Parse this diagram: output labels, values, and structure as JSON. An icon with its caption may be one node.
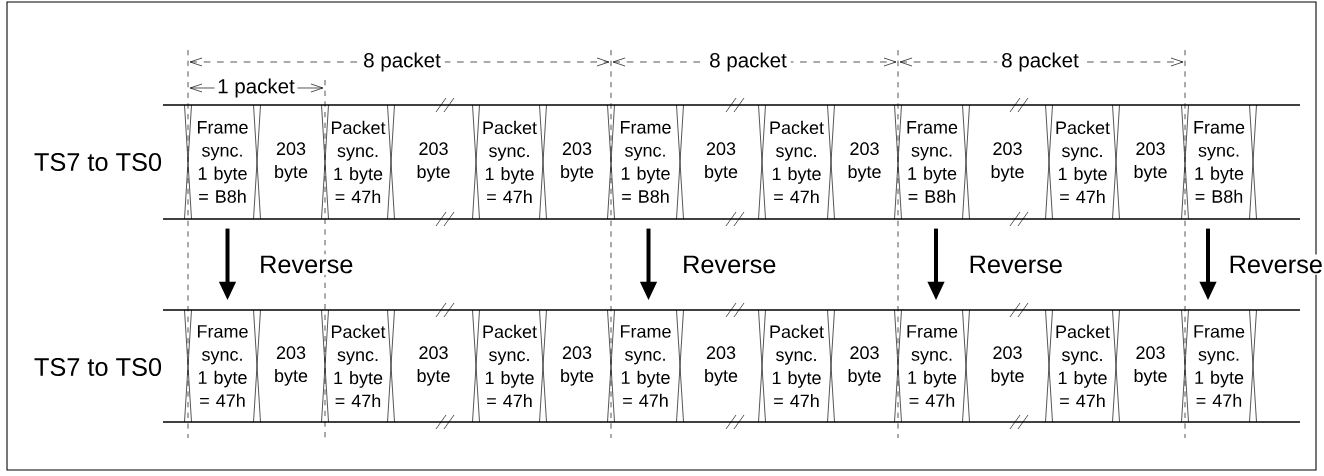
{
  "diagram": {
    "nodes": [
      {
        "text": [
          "Frame sync. 1 byte = B8h"
        ]
      },
      {
        "text": [
          "203 byte"
        ]
      },
      {
        "text": [
          "Packet sync. 1 byte = 47h"
        ]
      },
      {
        "text": [
          "203 byte"
        ]
      },
      {
        "text": [
          "Packet sync. 1 byte = 47h"
        ]
      },
      {
        "text": [
          "203 byte"
        ]
      },
      {
        "text": [
          "Frame sync. 1 byte = B8h"
        ]
      },
      {
        "text": [
          "203 byte"
        ]
      },
      {
        "text": [
          "Packet sync. 1 byte = 47h"
        ]
      },
      {
        "text": [
          "203 byte"
        ]
      },
      {
        "text": [
          "Frame sync. 1 byte = B8h"
        ]
      },
      {
        "text": [
          "203 byte"
        ]
      },
      {
        "text": [
          "Packet sync. 1 byte = 47h"
        ]
      },
      {
        "text": [
          "203 byte"
        ]
      },
      {
        "text": [
          "Frame sync. 1 byte = B8h"
        ]
      },
      {
        "text": [
          "Frame sync. 1 byte = 47h"
        ]
      },
      {
        "text": [
          "203 byte"
        ]
      },
      {
        "text": [
          "Packet sync. 1 byte = 47h"
        ]
      },
      {
        "text": [
          "203 byte"
        ]
      },
      {
        "text": [
          "Packet sync. 1 byte = 47h"
        ]
      },
      {
        "text": [
          "203 byte"
        ]
      },
      {
        "text": [
          "Frame sync. 1 byte = 47h"
        ]
      },
      {
        "text": [
          "203 byte"
        ]
      },
      {
        "text": [
          "Packet sync. 1 byte = 47h"
        ]
      },
      {
        "text": [
          "203 byte"
        ]
      },
      {
        "text": [
          "Frame sync. 1 byte = 47h"
        ]
      },
      {
        "text": [
          "203 byte"
        ]
      },
      {
        "text": [
          "Packet sync. 1 byte = 47h"
        ]
      },
      {
        "text": [
          "203 byte"
        ]
      },
      {
        "text": [
          "Frame sync. 1 byte = 47h"
        ]
      }
    ],
    "edges": [
      {
        "from": 0,
        "to": 15,
        "arrow": "to",
        "label": "Reverse"
      },
      {
        "from": 6,
        "to": 21,
        "arrow": "to",
        "label": "Reverse"
      },
      {
        "from": 10,
        "to": 25,
        "arrow": "to",
        "label": "Reverse"
      },
      {
        "from": 14,
        "to": 29,
        "arrow": "to",
        "label": "Reverse"
      }
    ],
    "labels": [
      "8 packet",
      "8 packet",
      "8 packet",
      "1 packet",
      "TS7 to TS0",
      "TS7 to TS0"
    ]
  }
}
